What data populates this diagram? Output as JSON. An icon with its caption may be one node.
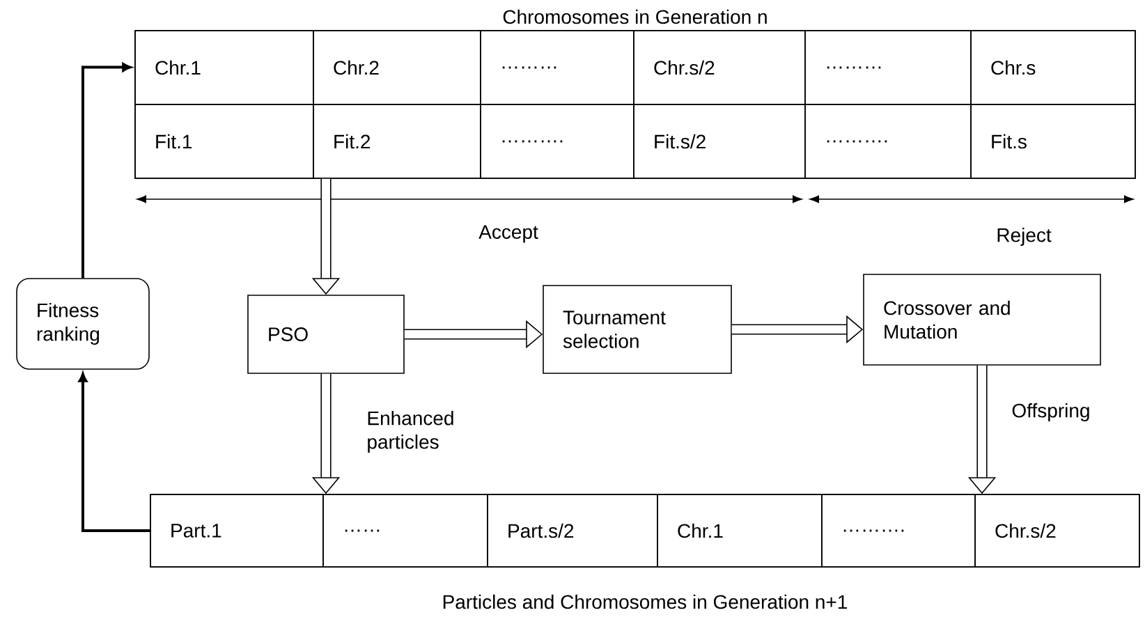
{
  "diagram": {
    "nodes": [
      {
        "text": [
          "Chromosomes in Generation n"
        ]
      },
      {
        "text": [
          "Chr.1"
        ],
        "in": 0
      },
      {
        "text": [
          "Chr.2"
        ],
        "in": 0
      },
      {
        "text": [
          "………"
        ],
        "in": 0
      },
      {
        "text": [
          "Chr.s/2"
        ],
        "in": 0
      },
      {
        "text": [
          "………"
        ],
        "in": 0
      },
      {
        "text": [
          "Chr.s"
        ],
        "in": 0
      },
      {
        "text": [
          "Fit.1"
        ],
        "in": 0
      },
      {
        "text": [
          "Fit.2"
        ],
        "in": 0
      },
      {
        "text": [
          "………."
        ],
        "in": 0
      },
      {
        "text": [
          "Fit.s/2"
        ],
        "in": 0
      },
      {
        "text": [
          "………."
        ],
        "in": 0
      },
      {
        "text": [
          "Fit.s"
        ],
        "in": 0
      },
      {
        "text": [
          "Fitness ranking"
        ]
      },
      {
        "text": [
          "PSO"
        ]
      },
      {
        "text": [
          "Tournament selection"
        ]
      },
      {
        "text": [
          "Crossover and Mutation"
        ]
      },
      {
        "text": [
          "Particles and Chromosomes in Generation n+1"
        ]
      },
      {
        "text": [
          "Part.1"
        ],
        "in": 17
      },
      {
        "text": [
          "……"
        ],
        "in": 17
      },
      {
        "text": [
          "Part.s/2"
        ],
        "in": 17
      },
      {
        "text": [
          "Chr.1"
        ],
        "in": 17
      },
      {
        "text": [
          "………."
        ],
        "in": 17
      },
      {
        "text": [
          "Chr.s/2"
        ],
        "in": 17
      }
    ],
    "edges": [
      {
        "from": 0,
        "to": 14,
        "arrow": "to"
      },
      {
        "from": 14,
        "to": 15,
        "arrow": "to"
      },
      {
        "from": 15,
        "to": 16,
        "arrow": "to"
      },
      {
        "from": 14,
        "to": 17,
        "arrow": "to",
        "label": "Enhanced particles"
      },
      {
        "from": 16,
        "to": 17,
        "arrow": "to",
        "label": "Offspring"
      },
      {
        "from": 13,
        "to": 0,
        "arrow": "to"
      },
      {
        "from": 17,
        "to": 13,
        "arrow": "to"
      }
    ],
    "labels": [
      "Accept",
      "Reject"
    ]
  }
}
